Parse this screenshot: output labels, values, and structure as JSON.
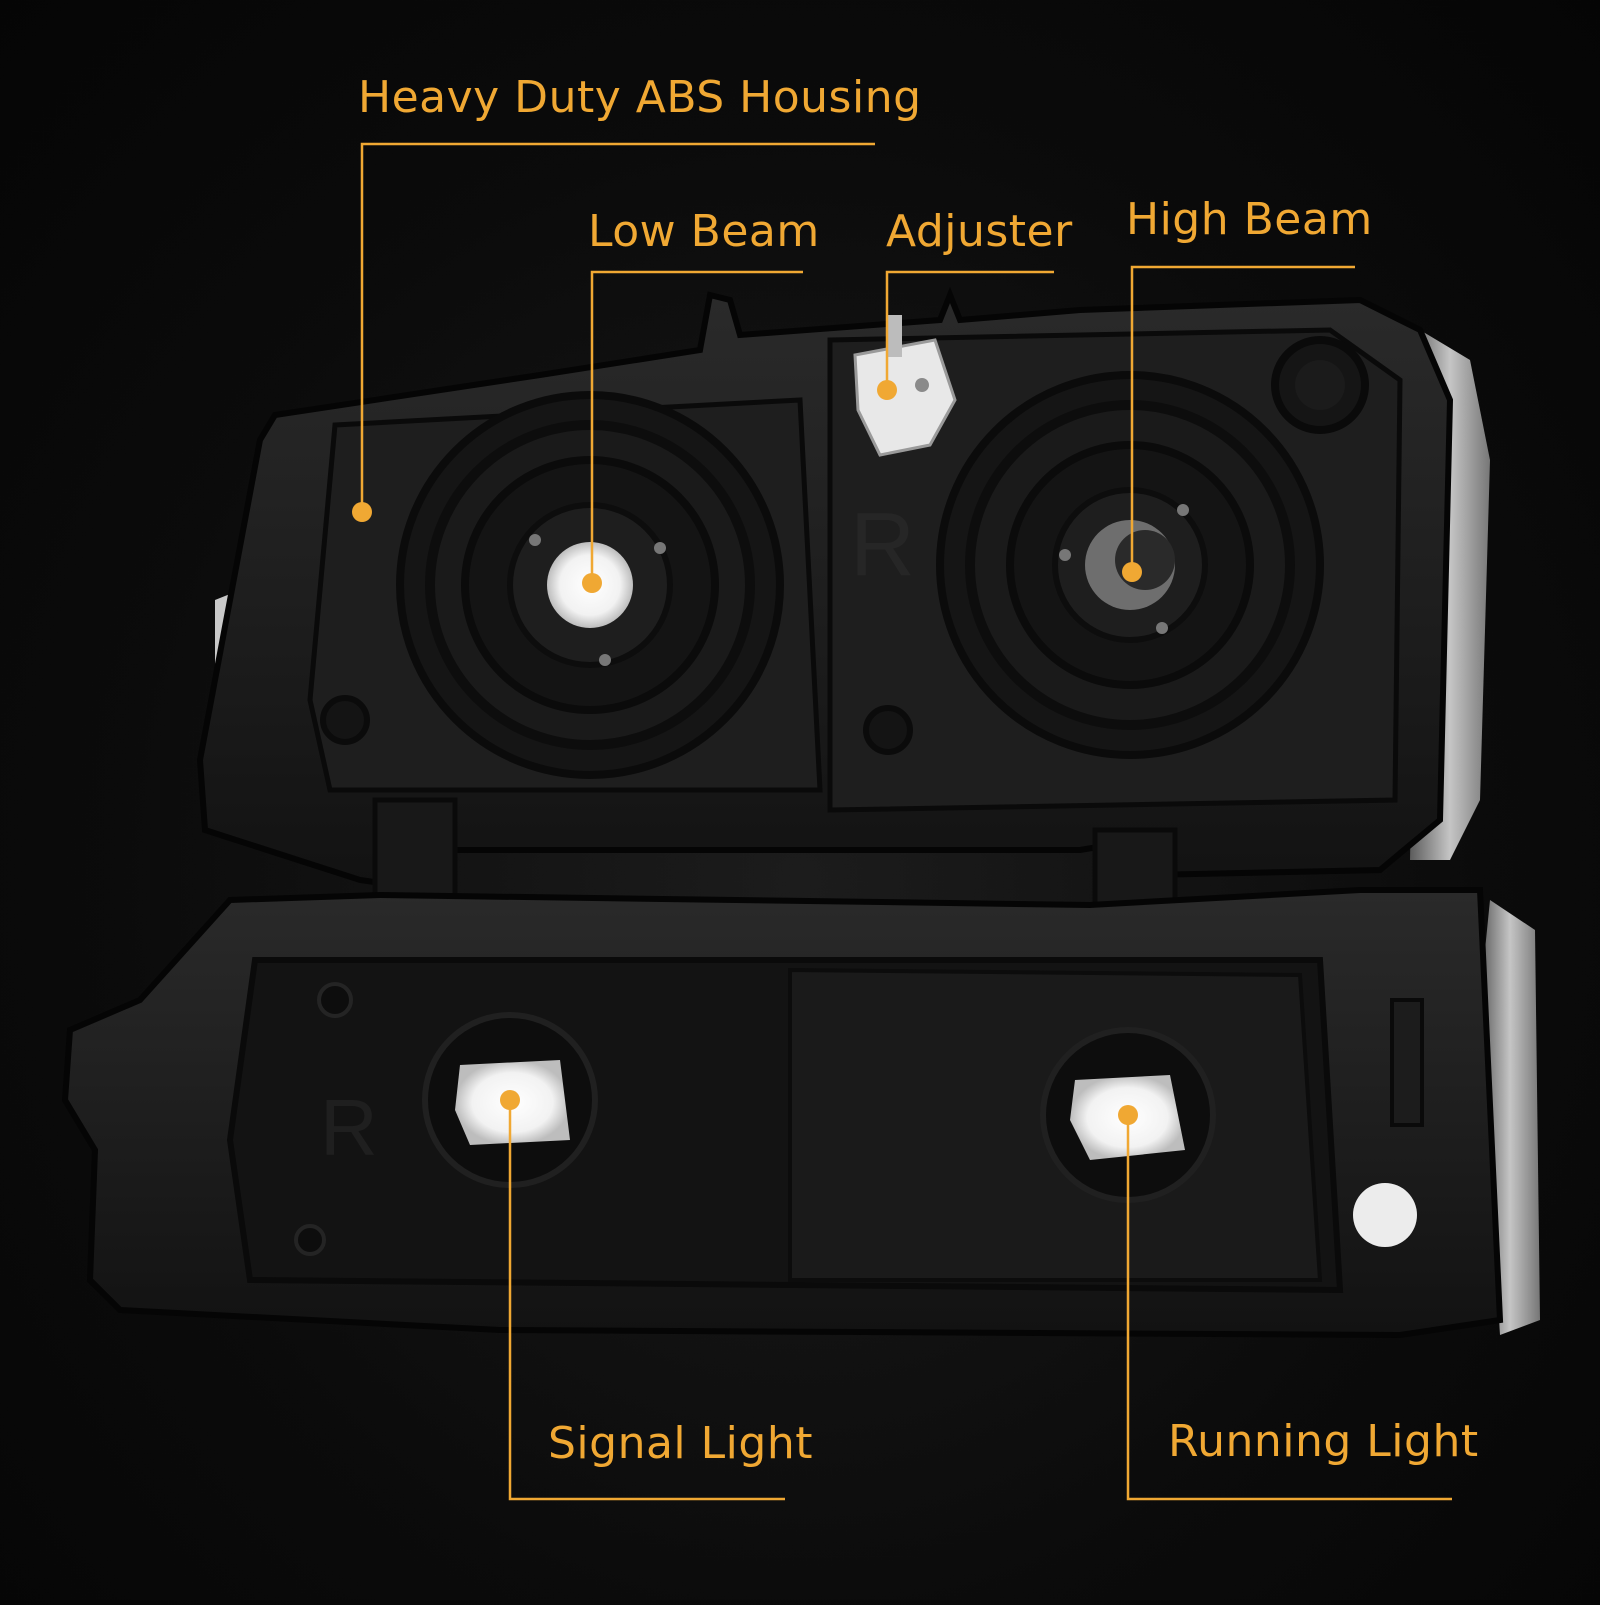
{
  "colors": {
    "accent": "#f0a833",
    "background": "#0b0b0b",
    "housing": "#1a1a1a",
    "clear_lens": "#d8d8d8"
  },
  "callouts": {
    "housing": "Heavy Duty ABS Housing",
    "low_beam": "Low Beam",
    "adjuster": "Adjuster",
    "high_beam": "High Beam",
    "signal_light": "Signal Light",
    "running_light": "Running Light"
  }
}
